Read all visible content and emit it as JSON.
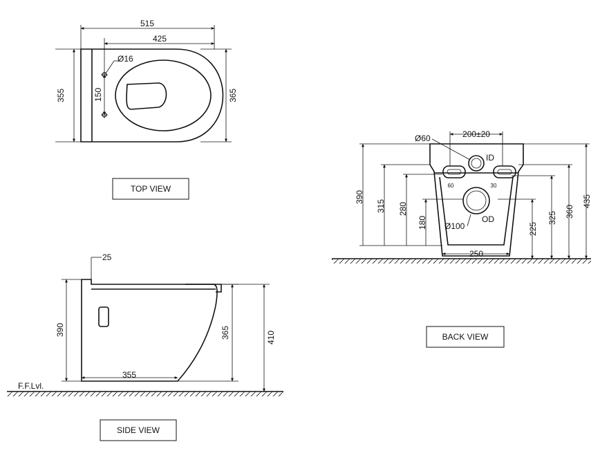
{
  "top_view": {
    "label": "TOP VIEW",
    "dims": {
      "overall_length": "515",
      "bolt_to_front": "425",
      "depth": "355",
      "width": "365",
      "bolt_spacing": "150",
      "hole_dia": "Ø16"
    }
  },
  "side_view": {
    "label": "SIDE VIEW",
    "dims": {
      "top_thickness": "25",
      "back_height": "390",
      "rim_height": "365",
      "total_height": "410",
      "base_length": "355"
    },
    "floor_label": "F.F.Lvl."
  },
  "back_view": {
    "label": "BACK VIEW",
    "dims": {
      "inlet_dia": "Ø60",
      "inlet_spacing": "200±20",
      "inlet_tag": "ID",
      "slot_left": "60",
      "slot_right": "30",
      "outlet_dia": "Ø100",
      "outlet_tag": "OD",
      "base_width": "250",
      "h390": "390",
      "h315": "315",
      "h280": "280",
      "h180": "180",
      "h225": "225",
      "h325": "325",
      "h360": "360",
      "h435": "435"
    }
  }
}
